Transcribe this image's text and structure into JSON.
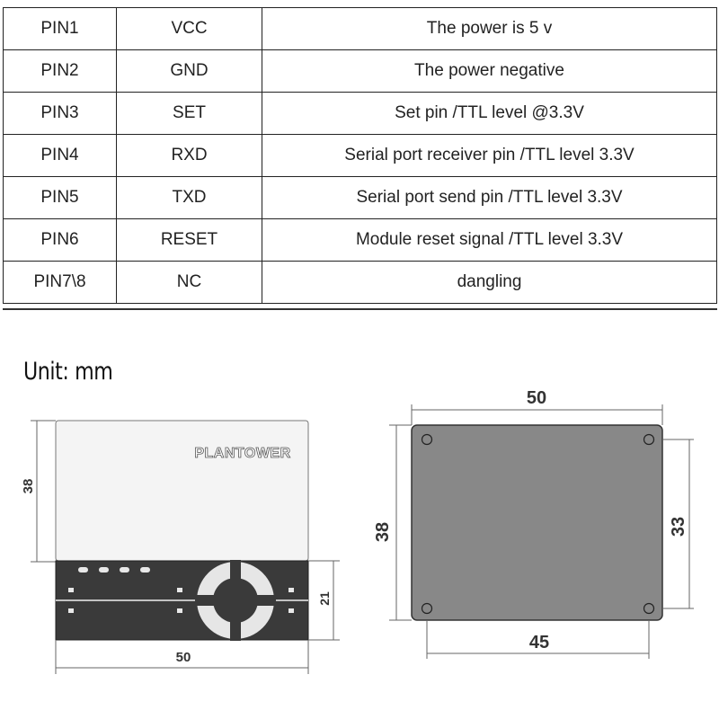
{
  "pin_table": {
    "rows": [
      {
        "pin": "PIN1",
        "name": "VCC",
        "description": "The power is 5 v"
      },
      {
        "pin": "PIN2",
        "name": "GND",
        "description": "The power negative"
      },
      {
        "pin": "PIN3",
        "name": "SET",
        "description": "Set pin /TTL level @3.3V"
      },
      {
        "pin": "PIN4",
        "name": "RXD",
        "description": "Serial port receiver pin /TTL level 3.3V"
      },
      {
        "pin": "PIN5",
        "name": "TXD",
        "description": "Serial port send pin /TTL level 3.3V"
      },
      {
        "pin": "PIN6",
        "name": "RESET",
        "description": "Module reset signal /TTL level 3.3V"
      },
      {
        "pin": "PIN7\\8",
        "name": "NC",
        "description": "dangling"
      }
    ]
  },
  "unit_label": "Unit: mm",
  "front_view": {
    "brand": "PLANTOWER",
    "height_dim": "38",
    "lower_height_dim": "21",
    "width_dim": "50"
  },
  "back_view": {
    "width_dim": "50",
    "height_dim": "38",
    "hole_vertical_dim": "33",
    "hole_horizontal_dim": "45"
  },
  "colors": {
    "table_border": "#222222",
    "case_top": "#f4f4f4",
    "case_bottom": "#3a3a3a",
    "back_plate": "#888888",
    "dimension_line": "#666666"
  }
}
